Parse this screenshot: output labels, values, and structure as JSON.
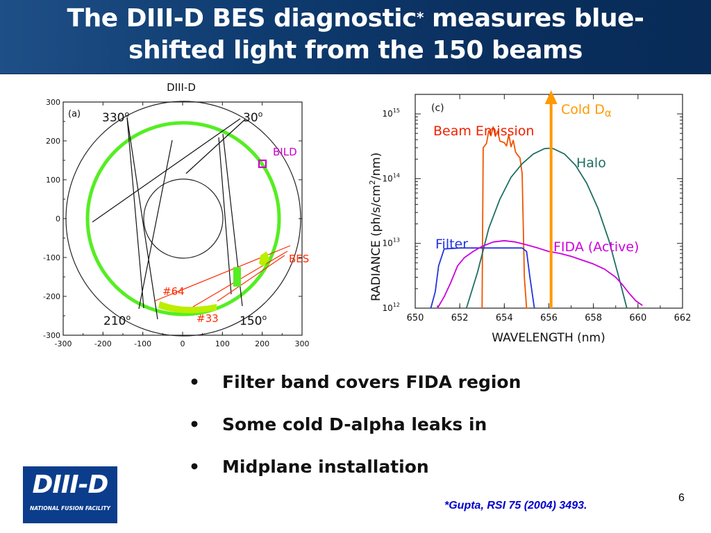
{
  "slide": {
    "title_part1": "The DIII-D BES diagnostic",
    "title_star": "*",
    "title_part2": " measures blue-",
    "title_line2": "shifted light from the 150 beams",
    "bullets": [
      "Filter band covers FIDA region",
      "Some cold D-alpha leaks in",
      "Midplane installation"
    ],
    "bullet_symbol": "•",
    "reference": "*Gupta, RSI 75 (2004) 3493.",
    "page_number": "6",
    "logo": {
      "main": "DIII-D",
      "sub": "NATIONAL FUSION FACILITY"
    },
    "colors": {
      "title_bar": "#0f3c70",
      "reference": "#0000cc",
      "logo_bg": "#0b3d8c"
    }
  },
  "chart_data": [
    {
      "type": "other",
      "title": "DIII-D",
      "panel": "(a)",
      "xlim": [
        -300,
        300
      ],
      "ylim": [
        -300,
        300
      ],
      "x_ticks": [
        "-300",
        "-200",
        "-100",
        "0",
        "100",
        "200",
        "300"
      ],
      "y_ticks": [
        "300",
        "200",
        "100",
        "0",
        "-100",
        "-200",
        "-300"
      ],
      "angle_labels": [
        "330",
        "30",
        "210",
        "150"
      ],
      "angle_suffix": "o",
      "annotations": [
        "BILD",
        "BES",
        "#64",
        "#33"
      ],
      "colors": {
        "ring": "#55ee22",
        "bes": "#ff2a00",
        "bild": "#cc00cc",
        "spots": "#bbee00"
      }
    },
    {
      "type": "line",
      "panel": "(c)",
      "xlabel": "WAVELENGTH (nm)",
      "ylabel": "RADIANCE (ph/s/cm",
      "ylabel_sup": "2",
      "ylabel_end": "/nm)",
      "x_ticks": [
        "650",
        "652",
        "654",
        "656",
        "658",
        "660",
        "662"
      ],
      "xlim": [
        650,
        662
      ],
      "y_scale": "log",
      "ylim": [
        1000000000000.0,
        2000000000000000.0
      ],
      "y_ticks": [
        {
          "value": 1000000000000000.0,
          "base": "10",
          "exp": "15"
        },
        {
          "value": 100000000000000.0,
          "base": "10",
          "exp": "14"
        },
        {
          "value": 10000000000000.0,
          "base": "10",
          "exp": "13"
        },
        {
          "value": 1000000000000.0,
          "base": "10",
          "exp": "12"
        }
      ],
      "labels": {
        "cold": "Cold D",
        "cold_greek": "α",
        "beam": "Beam Emission",
        "halo": "Halo",
        "filter": "Filter",
        "fida": "FIDA (Active)"
      },
      "series": [
        {
          "name": "Beam Emission",
          "color": "#ee5500",
          "x": [
            653.0,
            653.05,
            653.2,
            653.3,
            653.4,
            653.5,
            653.6,
            653.7,
            653.8,
            653.9,
            654.0,
            654.1,
            654.2,
            654.3,
            654.4,
            654.5,
            654.6,
            654.7,
            654.8,
            654.9,
            655.0,
            655.1
          ],
          "y": [
            1000000000000.0,
            300000000000000.0,
            350000000000000.0,
            550000000000000.0,
            460000000000000.0,
            630000000000000.0,
            450000000000000.0,
            540000000000000.0,
            380000000000000.0,
            370000000000000.0,
            360000000000000.0,
            320000000000000.0,
            480000000000000.0,
            310000000000000.0,
            390000000000000.0,
            260000000000000.0,
            230000000000000.0,
            210000000000000.0,
            120000000000000.0,
            3000000000000.0,
            1000000000000.0,
            1000000000000.0
          ]
        },
        {
          "name": "Halo",
          "color": "#1e6e62",
          "x": [
            652.3,
            652.8,
            653.3,
            653.8,
            654.3,
            654.8,
            655.3,
            655.8,
            656.0,
            656.2,
            656.7,
            657.2,
            657.7,
            658.2,
            658.7,
            659.2,
            659.5
          ],
          "y": [
            1000000000000.0,
            3600000000000.0,
            17000000000000.0,
            48000000000000.0,
            105000000000000.0,
            170000000000000.0,
            240000000000000.0,
            290000000000000.0,
            295000000000000.0,
            290000000000000.0,
            240000000000000.0,
            160000000000000.0,
            85000000000000.0,
            35000000000000.0,
            11000000000000.0,
            2500000000000.0,
            1000000000000.0
          ]
        },
        {
          "name": "Filter",
          "color": "#2233dd",
          "x": [
            650.7,
            650.9,
            651.05,
            651.3,
            652,
            653,
            654,
            654.8,
            655.0,
            655.15,
            655.35
          ],
          "y": [
            1000000000000.0,
            1800000000000.0,
            4500000000000.0,
            8200000000000.0,
            8500000000000.0,
            8500000000000.0,
            8500000000000.0,
            8500000000000.0,
            7500000000000.0,
            3000000000000.0,
            1000000000000.0
          ]
        },
        {
          "name": "FIDA (Active)",
          "color": "#cc00dd",
          "x": [
            651.0,
            651.3,
            651.6,
            651.9,
            652.2,
            652.6,
            653.0,
            653.5,
            654.0,
            654.5,
            655.0,
            655.5,
            656.0,
            656.5,
            657.0,
            657.5,
            658.0,
            658.5,
            659.0,
            659.3,
            659.6,
            659.9,
            660.2
          ],
          "y": [
            1000000000000.0,
            1500000000000.0,
            2500000000000.0,
            4500000000000.0,
            6000000000000.0,
            7500000000000.0,
            9000000000000.0,
            10500000000000.0,
            11000000000000.0,
            10500000000000.0,
            9500000000000.0,
            8500000000000.0,
            7500000000000.0,
            7000000000000.0,
            6300000000000.0,
            5500000000000.0,
            4800000000000.0,
            4000000000000.0,
            3000000000000.0,
            2300000000000.0,
            1700000000000.0,
            1300000000000.0,
            1100000000000.0
          ]
        },
        {
          "name": "Cold Dα",
          "color": "#ff9900",
          "x": [
            656.1
          ],
          "y": [
            2000000000000000.0
          ]
        }
      ]
    }
  ]
}
